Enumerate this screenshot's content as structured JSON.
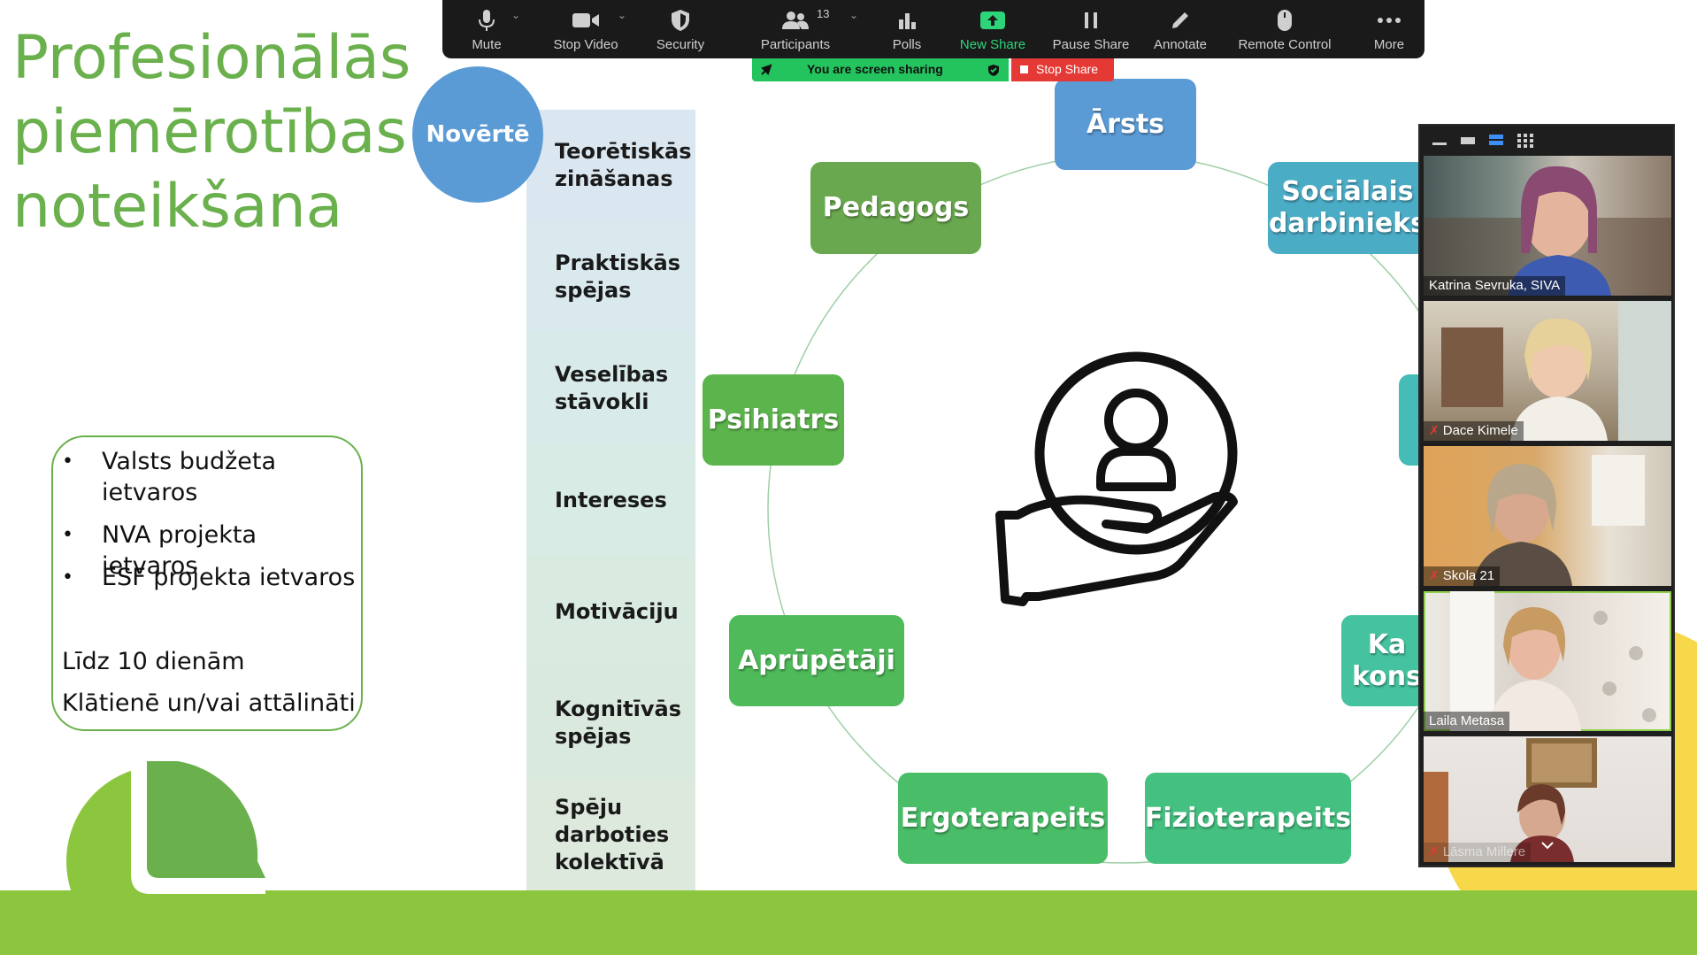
{
  "slide": {
    "title": "Profesionālās\npiemērotības\nnoteikšana",
    "bullets": [
      "Valsts budžeta ietvaros",
      "NVA projekta ietvaros",
      "ESF projekta ietvaros"
    ],
    "notes": [
      "Līdz 10 dienām",
      "Klātienē un/vai attālināti"
    ],
    "evaluate_label": "Novērtē",
    "criteria": [
      "Teorētiskās\nzināšanas",
      "Praktiskās\nspējas",
      "Veselības\nstāvokli",
      "Intereses",
      "Motivāciju",
      "Kognitīvās\nspējas",
      "Spēju\ndarboties\nkolektīvā"
    ],
    "roles": {
      "arsts": "Ārsts",
      "socialais": "Sociālais\ndarbinieks",
      "pedagogs": "Pedagogs",
      "psihiatrs": "Psihiatrs",
      "aprupetaji": "Aprūpētāji",
      "ergoterapeits": "Ergoterapeits",
      "fizioterapeits": "Fizioterapeits",
      "karjeras": "Ka\nkons"
    },
    "colors": {
      "green_text": "#6ab04c",
      "band": "#8cc63f",
      "blue": "#5b9bd5",
      "teal": "#4bacc6"
    }
  },
  "toolbar": {
    "mute": "Mute",
    "stop_video": "Stop Video",
    "security": "Security",
    "participants": "Participants",
    "participants_count": "13",
    "polls": "Polls",
    "new_share": "New Share",
    "pause_share": "Pause Share",
    "annotate": "Annotate",
    "remote_control": "Remote Control",
    "more": "More",
    "sharing_status": "You are screen sharing",
    "stop_share": "Stop Share"
  },
  "participants": [
    {
      "name": "Katrina Sevruka, SIVA",
      "muted": false
    },
    {
      "name": "Dace Kimele",
      "muted": true
    },
    {
      "name": "Skola 21",
      "muted": true
    },
    {
      "name": "Laila Metasa",
      "muted": false
    },
    {
      "name": "Lāsma Millere",
      "muted": true
    }
  ]
}
